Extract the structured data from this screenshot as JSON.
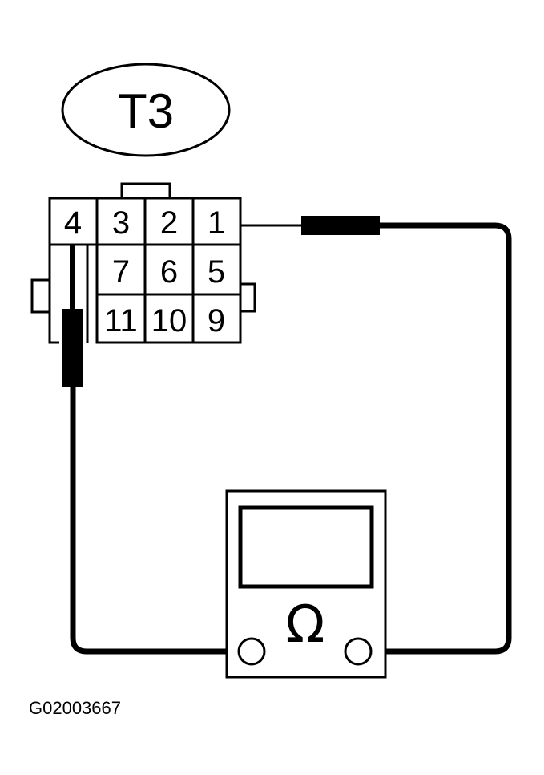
{
  "connector": {
    "label": "T3",
    "pins": {
      "p1": "1",
      "p2": "2",
      "p3": "3",
      "p4": "4",
      "p5": "5",
      "p6": "6",
      "p7": "7",
      "p9": "9",
      "p10": "10",
      "p11": "11"
    }
  },
  "meter": {
    "symbol": "Ω"
  },
  "figure_code": "G02003667"
}
